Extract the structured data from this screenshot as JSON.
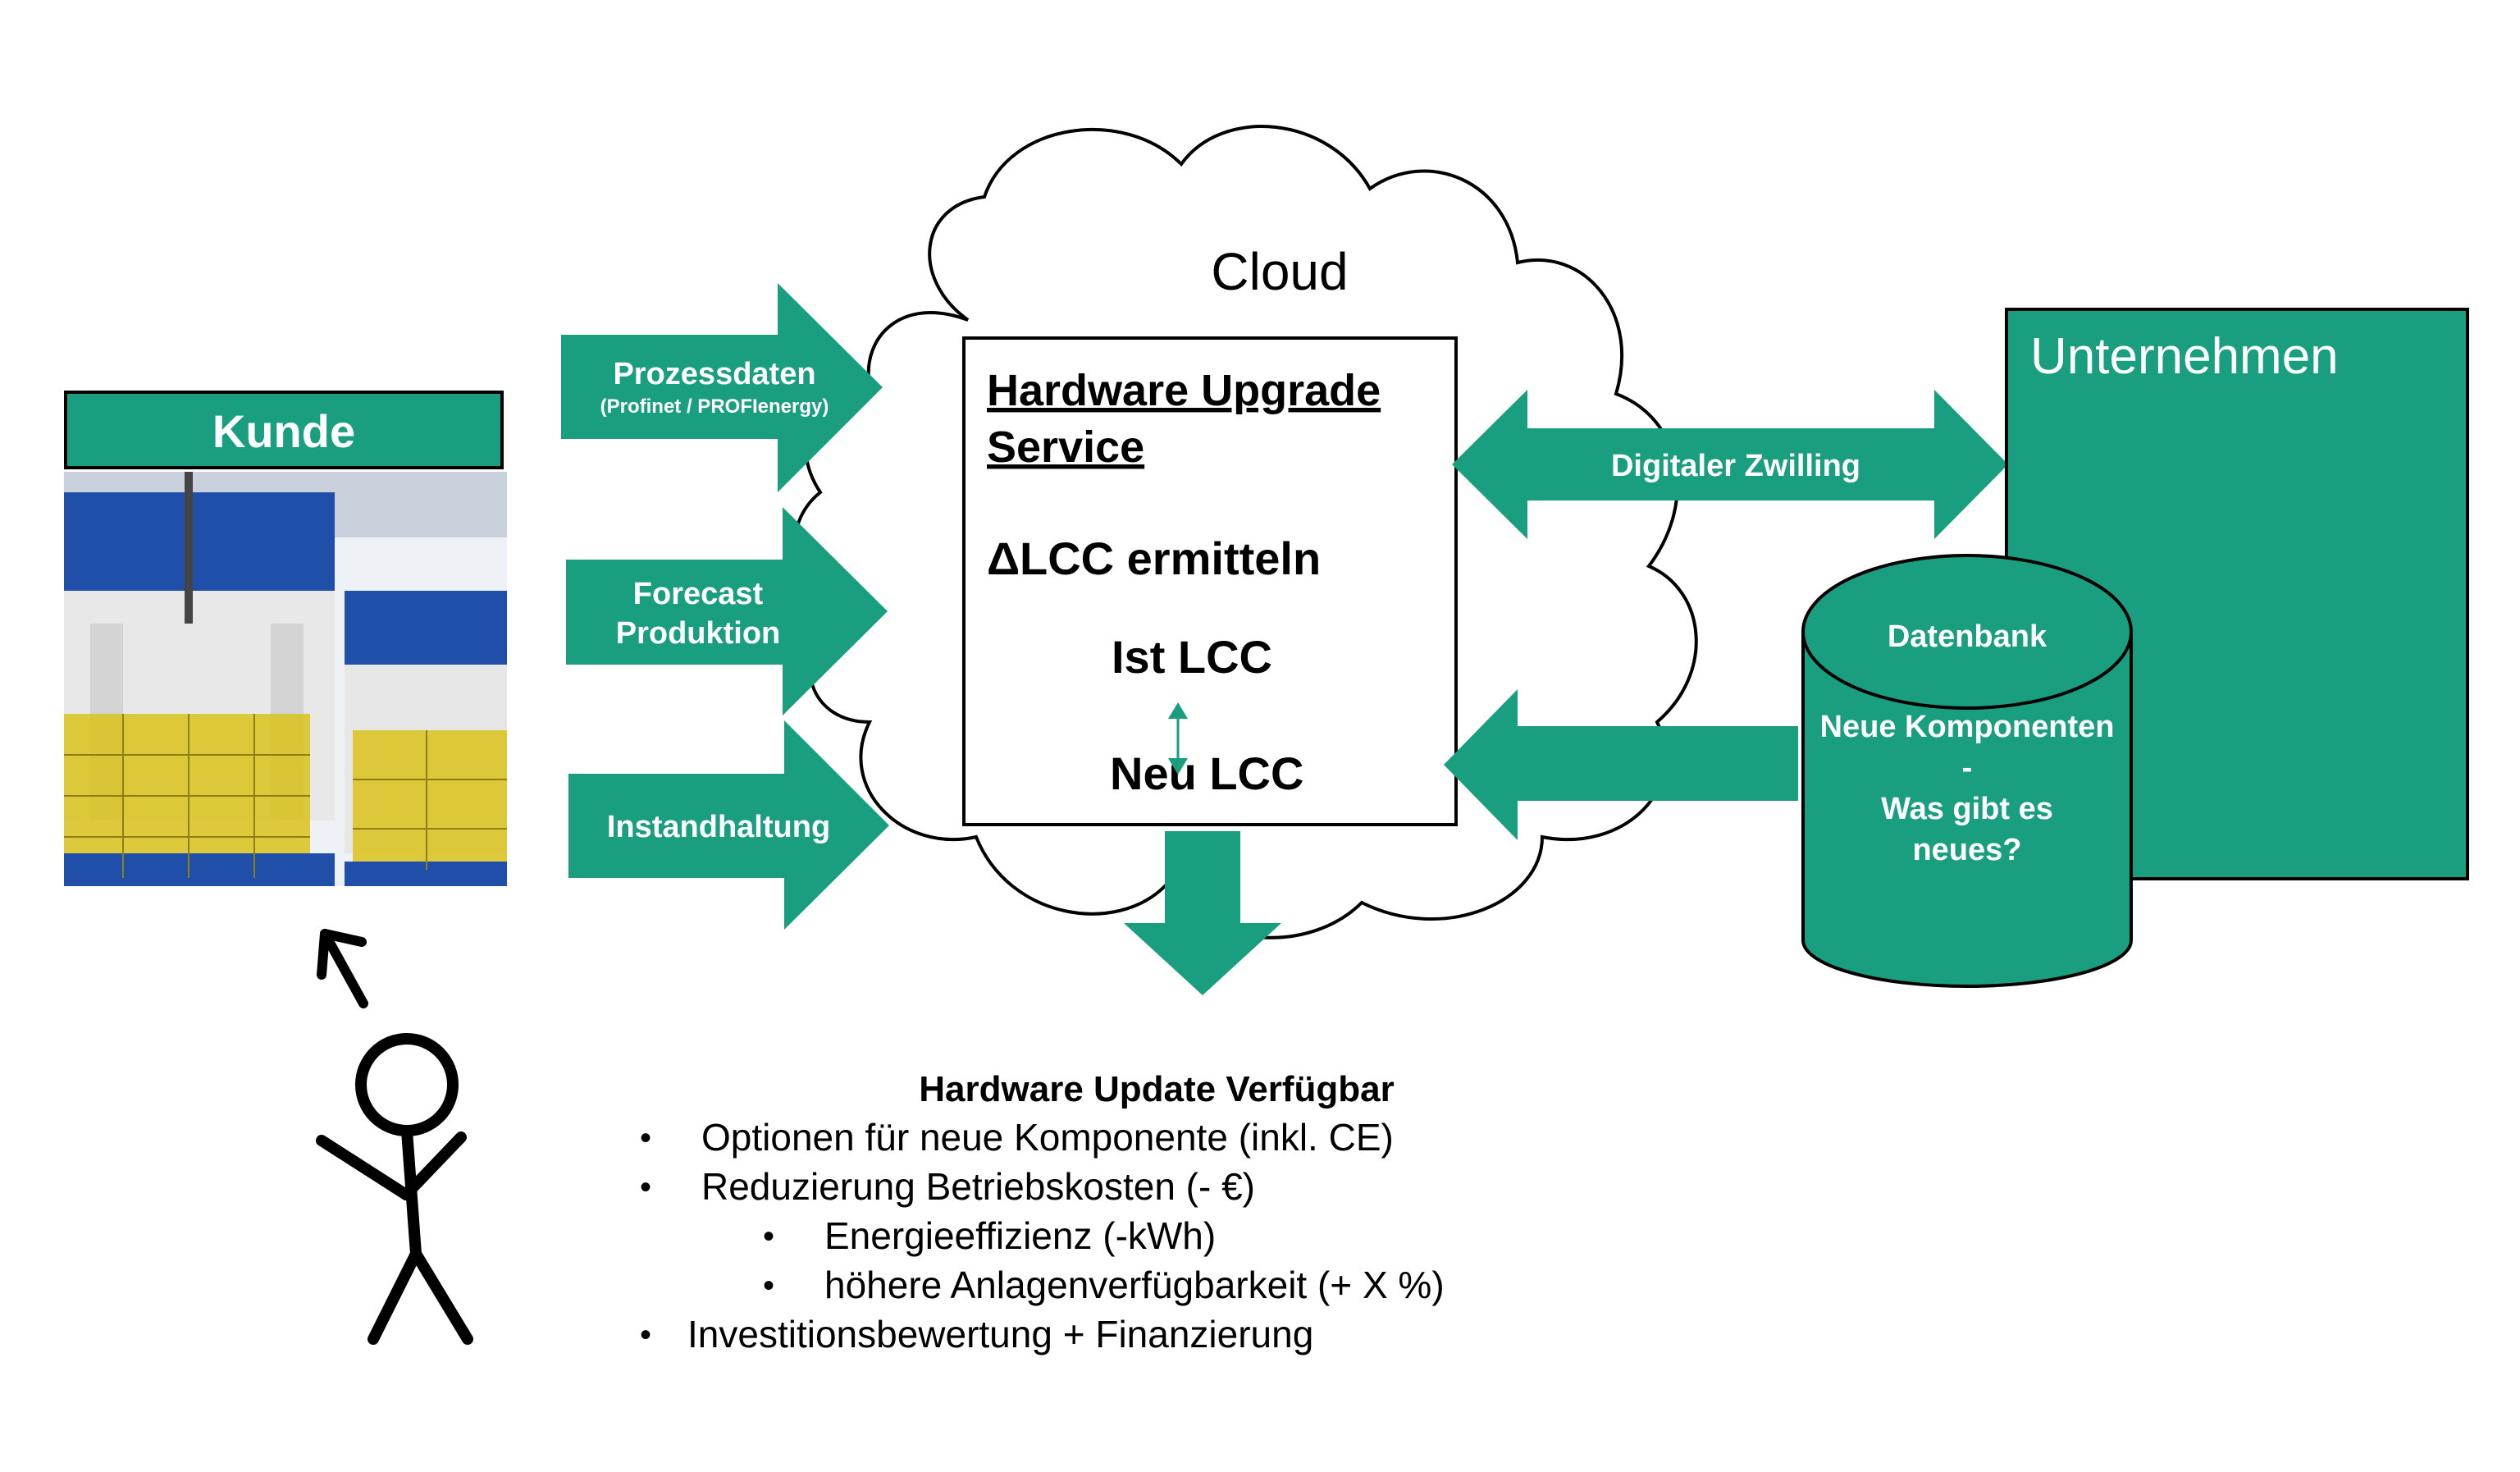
{
  "colors": {
    "teal": "#1a9e80",
    "line": "#000000",
    "text_on_teal": "#ffffff",
    "photo_blue": "#1f4fa8",
    "photo_yellow": "#d9c21a"
  },
  "kunde": {
    "label": "Kunde",
    "photo": "factory-press-line-image"
  },
  "inputs": {
    "prozessdaten": {
      "label": "Prozessdaten",
      "sub": "(Profinet / PROFIenergy)"
    },
    "forecast": {
      "line1": "Forecast",
      "line2": "Produktion"
    },
    "instandhaltung": {
      "label": "Instandhaltung"
    }
  },
  "cloud": {
    "label": "Cloud",
    "service_title_line1": "Hardware Upgrade",
    "service_title_line2": "Service",
    "delta_symbol": "Δ",
    "lcc_text": "LCC ermitteln",
    "ist": "Ist LCC",
    "neu": "Neu LCC"
  },
  "twin": {
    "label": "Digitaler Zwilling"
  },
  "company": {
    "label": "Unternehmen"
  },
  "database": {
    "label": "Datenbank",
    "line1": "Neue Komponenten",
    "line2": "-",
    "line3": "Was gibt es",
    "line4": "neues?"
  },
  "result": {
    "title": "Hardware Update  Verfügbar",
    "bullet_symbol": "•",
    "items": [
      "Optionen für neue Komponente (inkl. CE)",
      "Reduzierung Betriebskosten (- €)",
      "Energieeffizienz (-kWh)",
      "höhere Anlagenverfügbarkeit (+ X %)",
      "Investitionsbewertung + Finanzierung"
    ]
  },
  "icons": {
    "person": "stick-figure-icon",
    "arrow": "arrow-up-left-icon"
  }
}
